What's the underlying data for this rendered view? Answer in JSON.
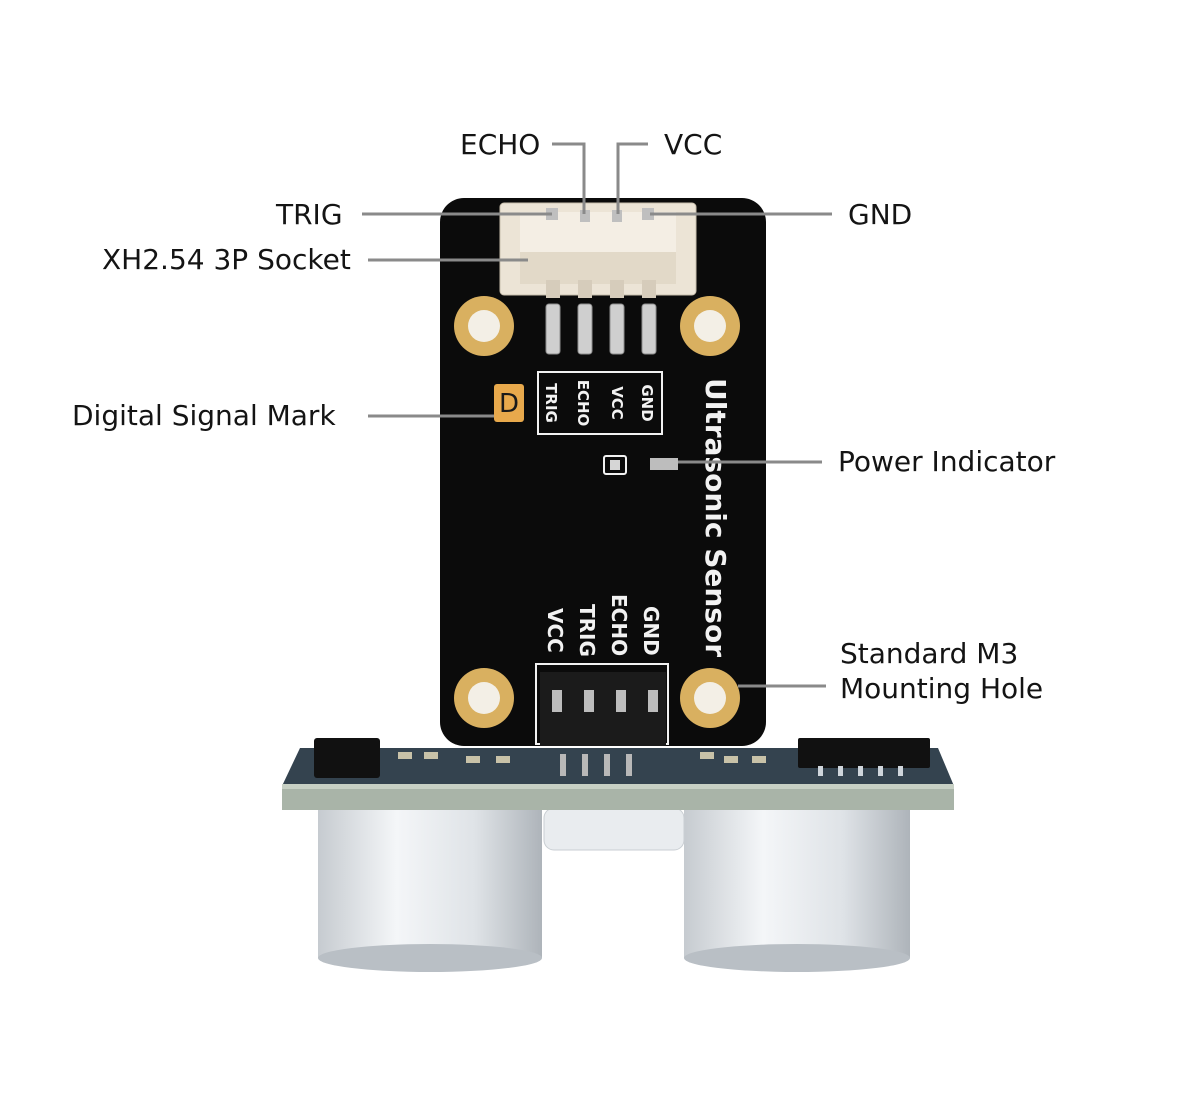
{
  "callouts": {
    "echo": "ECHO",
    "vcc": "VCC",
    "trig": "TRIG",
    "gnd": "GND",
    "socket": "XH2.54 3P Socket",
    "digital_mark": "Digital Signal Mark",
    "power_indicator": "Power Indicator",
    "mount_line1": "Standard M3",
    "mount_line2": "Mounting Hole"
  },
  "board": {
    "title": "Ultrasonic Sensor",
    "mark_letter": "D",
    "top_pins": [
      "TRIG",
      "ECHO",
      "VCC",
      "GND"
    ],
    "bottom_pins": [
      "VCC",
      "TRIG",
      "ECHO",
      "GND"
    ]
  },
  "colors": {
    "board": "#0b0b0b",
    "silkscreen": "#f2f2f2",
    "gold": "#d9b060",
    "mark_bg": "#e8a94c",
    "leader": "#8a8a8a",
    "connector": "#ece4d6",
    "module_pcb": "#2c3a48",
    "transducer": "#cfd3d8"
  }
}
